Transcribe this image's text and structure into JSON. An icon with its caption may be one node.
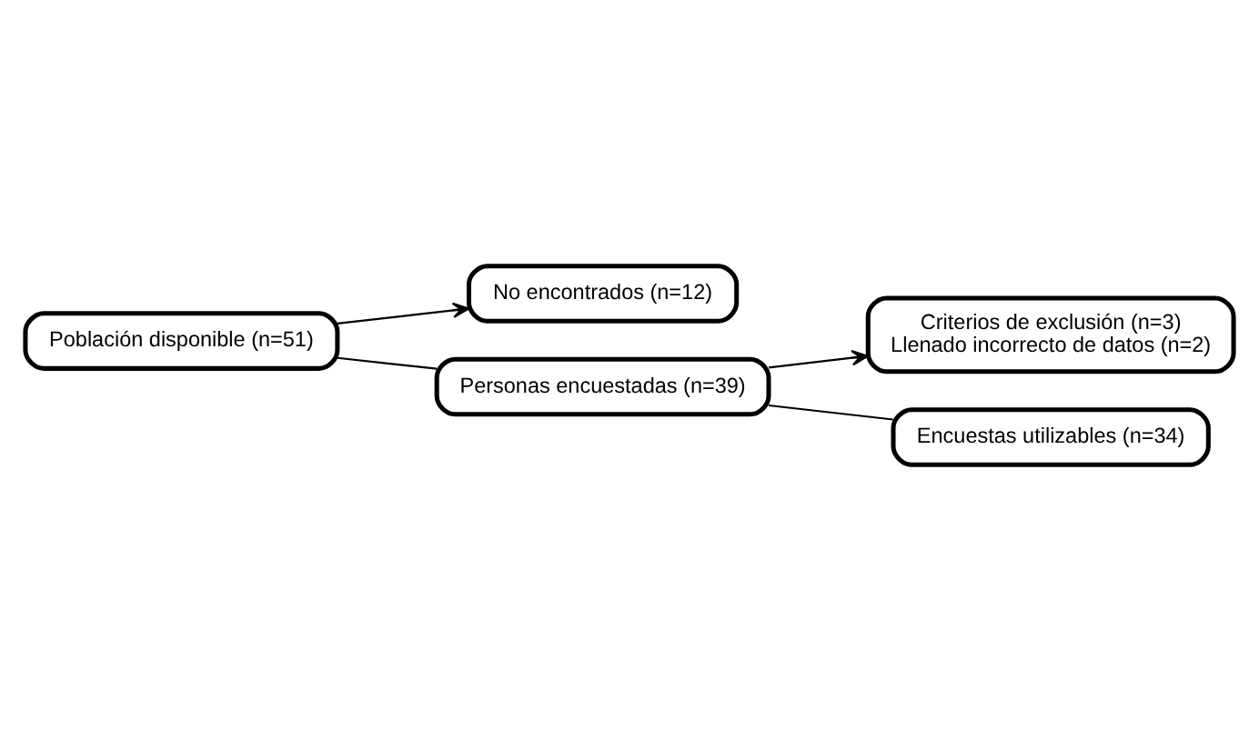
{
  "diagram": {
    "nodes": [
      {
        "text": [
          "Población disponible (n=51)"
        ]
      },
      {
        "text": [
          "No encontrados (n=12)"
        ]
      },
      {
        "text": [
          "Personas encuestadas (n=39)"
        ]
      },
      {
        "text": [
          "Criterios de exclusión (n=3)",
          "Llenado incorrecto de datos (n=2)"
        ]
      },
      {
        "text": [
          "Encuestas utilizables (n=34)"
        ]
      }
    ],
    "edges": [
      {
        "from": 0,
        "to": 1,
        "arrow": "to"
      },
      {
        "from": 0,
        "to": 2,
        "arrow": "none"
      },
      {
        "from": 2,
        "to": 3,
        "arrow": "to"
      },
      {
        "from": 2,
        "to": 4,
        "arrow": "none"
      }
    ]
  }
}
